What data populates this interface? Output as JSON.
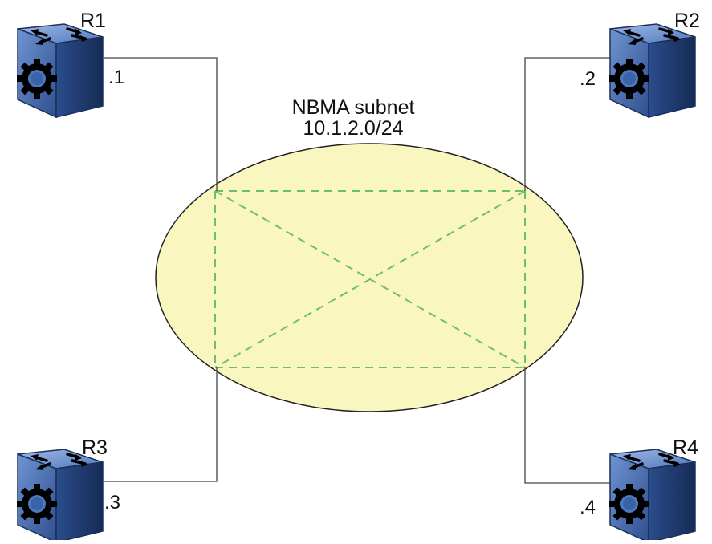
{
  "subnet": {
    "name": "NBMA subnet",
    "address": "10.1.2.0/24",
    "fill_color": "#faf6c0",
    "mesh_color": "#6bbf6b"
  },
  "routers": [
    {
      "id": "R1",
      "label": "R1",
      "address": ".1",
      "icon": "router-icon"
    },
    {
      "id": "R2",
      "label": "R2",
      "address": ".2",
      "icon": "router-icon"
    },
    {
      "id": "R3",
      "label": "R3",
      "address": ".3",
      "icon": "router-icon"
    },
    {
      "id": "R4",
      "label": "R4",
      "address": ".4",
      "icon": "router-icon"
    }
  ],
  "colors": {
    "router_top": "#4f78bd",
    "router_front": "#2f4f8f",
    "router_side": "#1f3a6e",
    "link": "#444444"
  }
}
